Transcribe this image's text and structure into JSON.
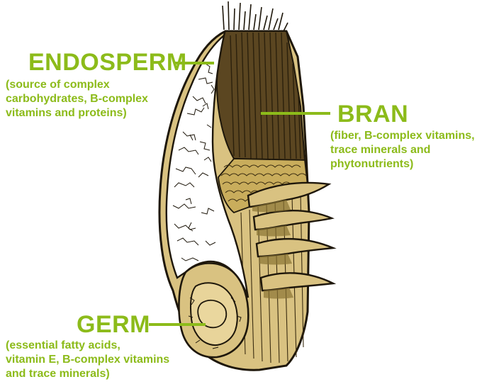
{
  "colors": {
    "label": "#8cbb1a",
    "bran_tan": "#d9c281",
    "bran_dark": "#3d2f14",
    "endosperm": "#ffffff",
    "germ": "#e8d49a",
    "outline": "#1e170b"
  },
  "labels": {
    "endosperm": {
      "title": "ENDOSPERM",
      "description": "(source of complex\ncarbohydrates, B-complex\nvitamins and proteins)"
    },
    "bran": {
      "title": "BRAN",
      "description": "(fiber, B-complex vitamins,\ntrace minerals and\nphytonutrients)"
    },
    "germ": {
      "title": "GERM",
      "description": "(essential fatty acids,\nvitamin E, B-complex vitamins\nand trace minerals)"
    }
  }
}
